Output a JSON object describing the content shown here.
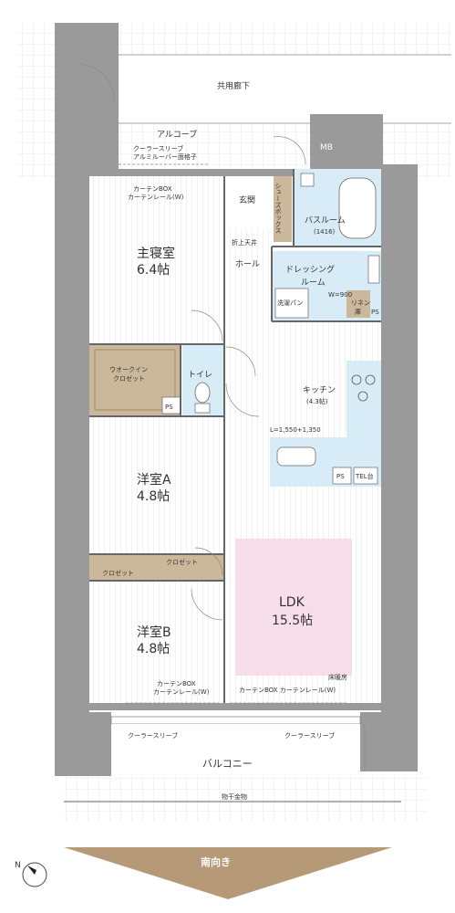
{
  "labels": {
    "corridor": "共用廊下",
    "alcove": "アルコーブ",
    "alcove_note1": "クーラースリーブ",
    "alcove_note2": "アルミルーバー面格子",
    "mb": "MB",
    "entrance": "玄関",
    "shoes_box": "シューズボックス",
    "bathroom": "バスルーム",
    "bathroom_size": "(1416)",
    "ceiling": "折上天井",
    "hall": "ホール",
    "dressing1": "ドレッシング",
    "dressing2": "ルーム",
    "dressing_dim": "W=900",
    "washer": "洗濯パン",
    "linen1": "リネン",
    "linen2": "庫",
    "ps_dressing": "PS",
    "curtain_box_top": "カーテンBOX",
    "curtain_rail_top": "カーテンレール(W)",
    "master_bedroom": "主寝室",
    "master_size": "6.4帖",
    "walkin1": "ウオークイン",
    "walkin2": "クロゼット",
    "toilet": "トイレ",
    "ps_toilet": "PS",
    "kitchen": "キッチン",
    "kitchen_size": "(4.3帖)",
    "counter_dim": "L=1,550+1,350",
    "ps_kitchen": "PS",
    "tel": "TEL台",
    "room_a": "洋室A",
    "room_a_size": "4.8帖",
    "closet_a": "クロゼット",
    "closet_b": "クロゼット",
    "room_b": "洋室B",
    "room_b_size": "4.8帖",
    "ldk": "LDK",
    "ldk_size": "15.5帖",
    "floor_heating": "床暖房",
    "curtain_box_b": "カーテンBOX",
    "curtain_rail_b": "カーテンレール(W)",
    "curtain_ldk": "カーテンBOX カーテンレール(W)",
    "sleeve_left": "クーラースリーブ",
    "sleeve_right": "クーラースリーブ",
    "balcony": "バルコニー",
    "dryer": "物干金物",
    "facing": "南向き",
    "north": "N"
  },
  "colors": {
    "wall": "#9a9a9a",
    "wet_area": "#d7ecf6",
    "closet": "#cbb89a",
    "floor_heating": "#f7d8e6",
    "facing_arrow": "#b69a78"
  }
}
